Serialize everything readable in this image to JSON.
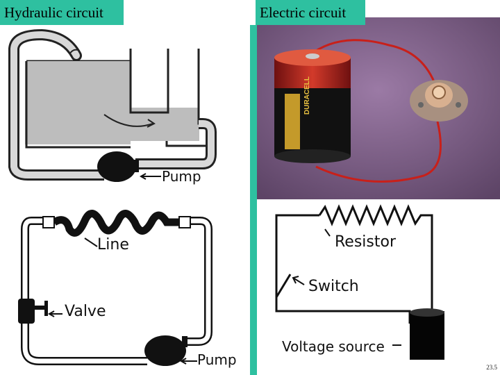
{
  "hydraulic": {
    "title": "Hydraulic circuit",
    "pump_label_top": "Pump",
    "line_label": "Line",
    "valve_label": "Valve",
    "pump_label_bottom": "Pump"
  },
  "electric": {
    "title": "Electric circuit",
    "battery_brand": "DURACELL",
    "resistor_label": "Resistor",
    "switch_label": "Switch",
    "voltage_label": "Voltage source"
  },
  "slide_number": "23.5",
  "colors": {
    "tab": "#2ec0a0",
    "photo_bg": "#7a5a82",
    "wire": "#c8201a",
    "battery_red": "#b4201a"
  }
}
